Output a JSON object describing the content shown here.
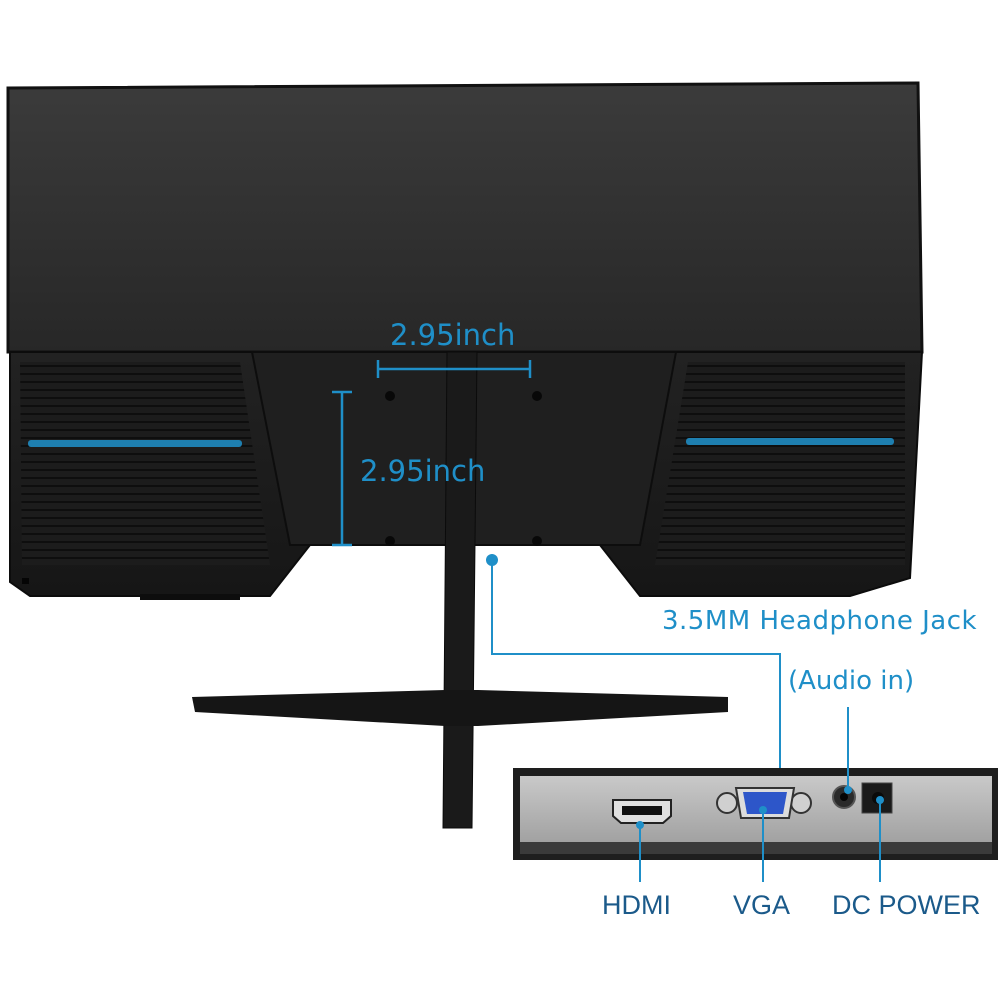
{
  "annotations": {
    "horizontal_spacing": "2.95inch",
    "vertical_spacing": "2.95inch",
    "headphone_jack": "3.5MM Headphone Jack",
    "audio_in": "(Audio in)"
  },
  "ports": {
    "hdmi": "HDMI",
    "vga": "VGA",
    "dc_power": "DC POWER"
  },
  "colors": {
    "accent": "#1f8fc8",
    "label_dark": "#1b5a8a",
    "monitor_body": "#2a2a2a",
    "port_panel": "#b4b4b4"
  }
}
